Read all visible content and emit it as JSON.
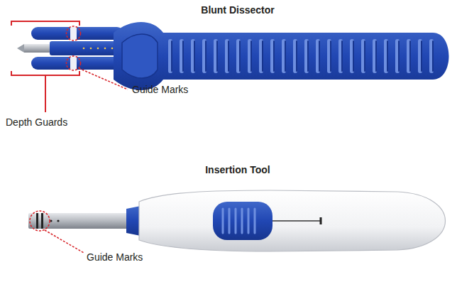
{
  "diagram": {
    "labels": [
      "Blunt Dissector",
      "Guide Marks",
      "Depth Guards",
      "Insertion Tool",
      "Guide Marks"
    ]
  }
}
